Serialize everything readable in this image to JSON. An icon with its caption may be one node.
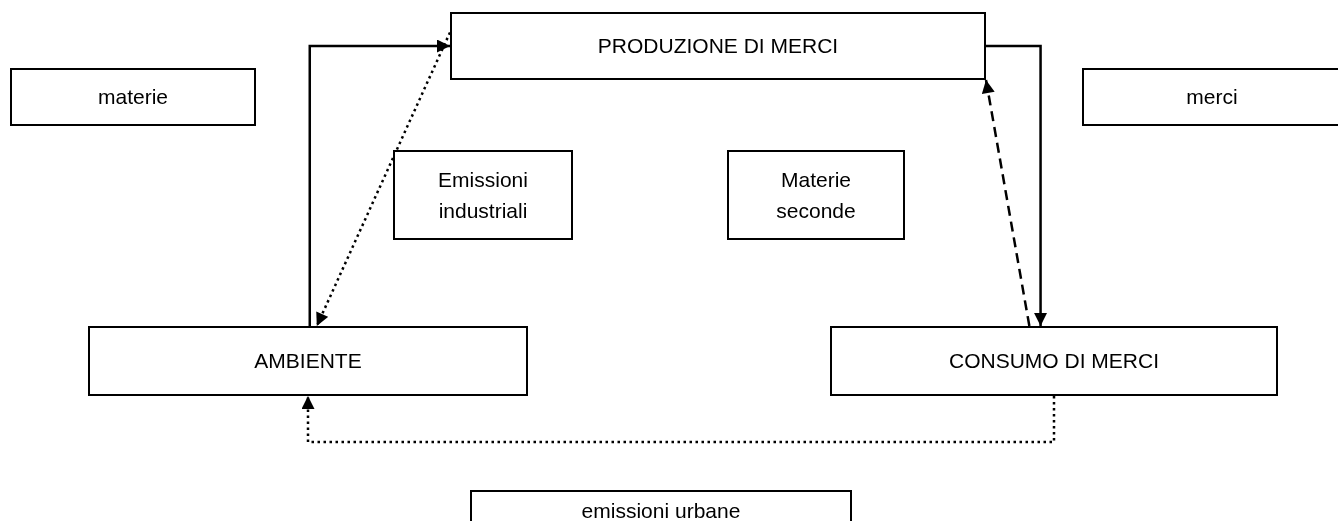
{
  "diagram": {
    "nodes": [
      {
        "text": [
          "PRODUZIONE DI MERCI"
        ]
      },
      {
        "text": [
          "materie"
        ]
      },
      {
        "text": [
          "merci"
        ]
      },
      {
        "text": [
          "Emissioni industriali"
        ]
      },
      {
        "text": [
          "Materie seconde"
        ]
      },
      {
        "text": [
          "AMBIENTE"
        ]
      },
      {
        "text": [
          "CONSUMO DI MERCI"
        ]
      },
      {
        "text": [
          "emissioni urbane"
        ]
      }
    ],
    "edges": [
      {
        "from": 5,
        "to": 0,
        "arrow": "to"
      },
      {
        "from": 0,
        "to": 6,
        "arrow": "to"
      },
      {
        "from": 0,
        "to": 5,
        "arrow": "to",
        "style": "dashed"
      },
      {
        "from": 6,
        "to": 0,
        "arrow": "to",
        "style": "dashed"
      },
      {
        "from": 6,
        "to": 5,
        "arrow": "to",
        "style": "dashed"
      }
    ]
  }
}
